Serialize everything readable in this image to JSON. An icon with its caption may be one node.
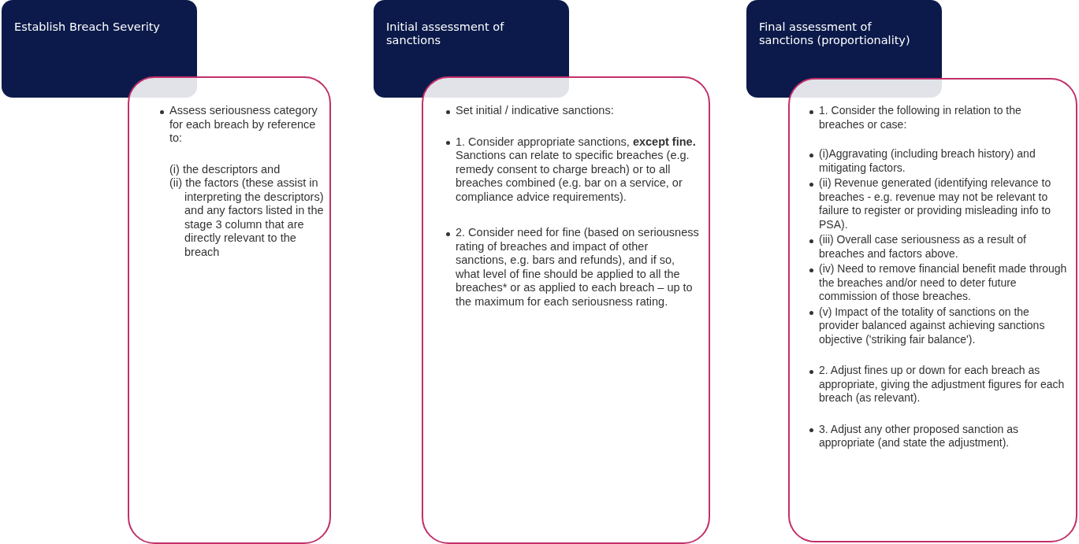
{
  "diagram": {
    "nodes": [
      {
        "text": [
          "Establish Breach Severity"
        ]
      },
      {
        "text": [
          "Assess seriousness category for each breach by reference to:",
          "(i) the descriptors and",
          "(ii) the factors (these assist in interpreting the descriptors) and any factors listed in the stage 3 column that are directly relevant to the breach"
        ]
      },
      {
        "text": [
          "Initial assessment of sanctions"
        ]
      },
      {
        "text": [
          "Set initial / indicative sanctions:",
          "1. Consider appropriate sanctions, **except fine.** Sanctions can relate to specific breaches (e.g. remedy consent to charge breach) or to all breaches combined (e.g. bar on a service, or compliance advice requirements).",
          "2. Consider need for fine (based on seriousness rating of breaches and impact of other sanctions, e.g. bars and refunds), and if so, what level of fine should be applied to all the breaches* or as applied to each breach – up to the maximum for each seriousness rating."
        ]
      },
      {
        "text": [
          "Final assessment of sanctions (proportionality)"
        ]
      },
      {
        "text": [
          "1. Consider the following in relation to the breaches or case:",
          "(i)Aggravating (including breach history) and mitigating factors.",
          "(ii) Revenue generated (identifying relevance to breaches - e.g. revenue may not be relevant to failure to register or providing misleading info to PSA).",
          "(iii) Overall case seriousness as a result of breaches and factors above.",
          "(iv) Need to remove financial benefit made through the breaches and/or need to deter future commission of those breaches.",
          "(v) Impact of the totality of sanctions on the provider balanced against achieving sanctions objective ('striking fair balance').",
          "2. Adjust fines up or down for each breach as appropriate, giving the adjustment figures for each breach (as relevant).",
          "3. Adjust any other proposed sanction as appropriate (and state the adjustment)."
        ]
      }
    ],
    "edges": []
  }
}
